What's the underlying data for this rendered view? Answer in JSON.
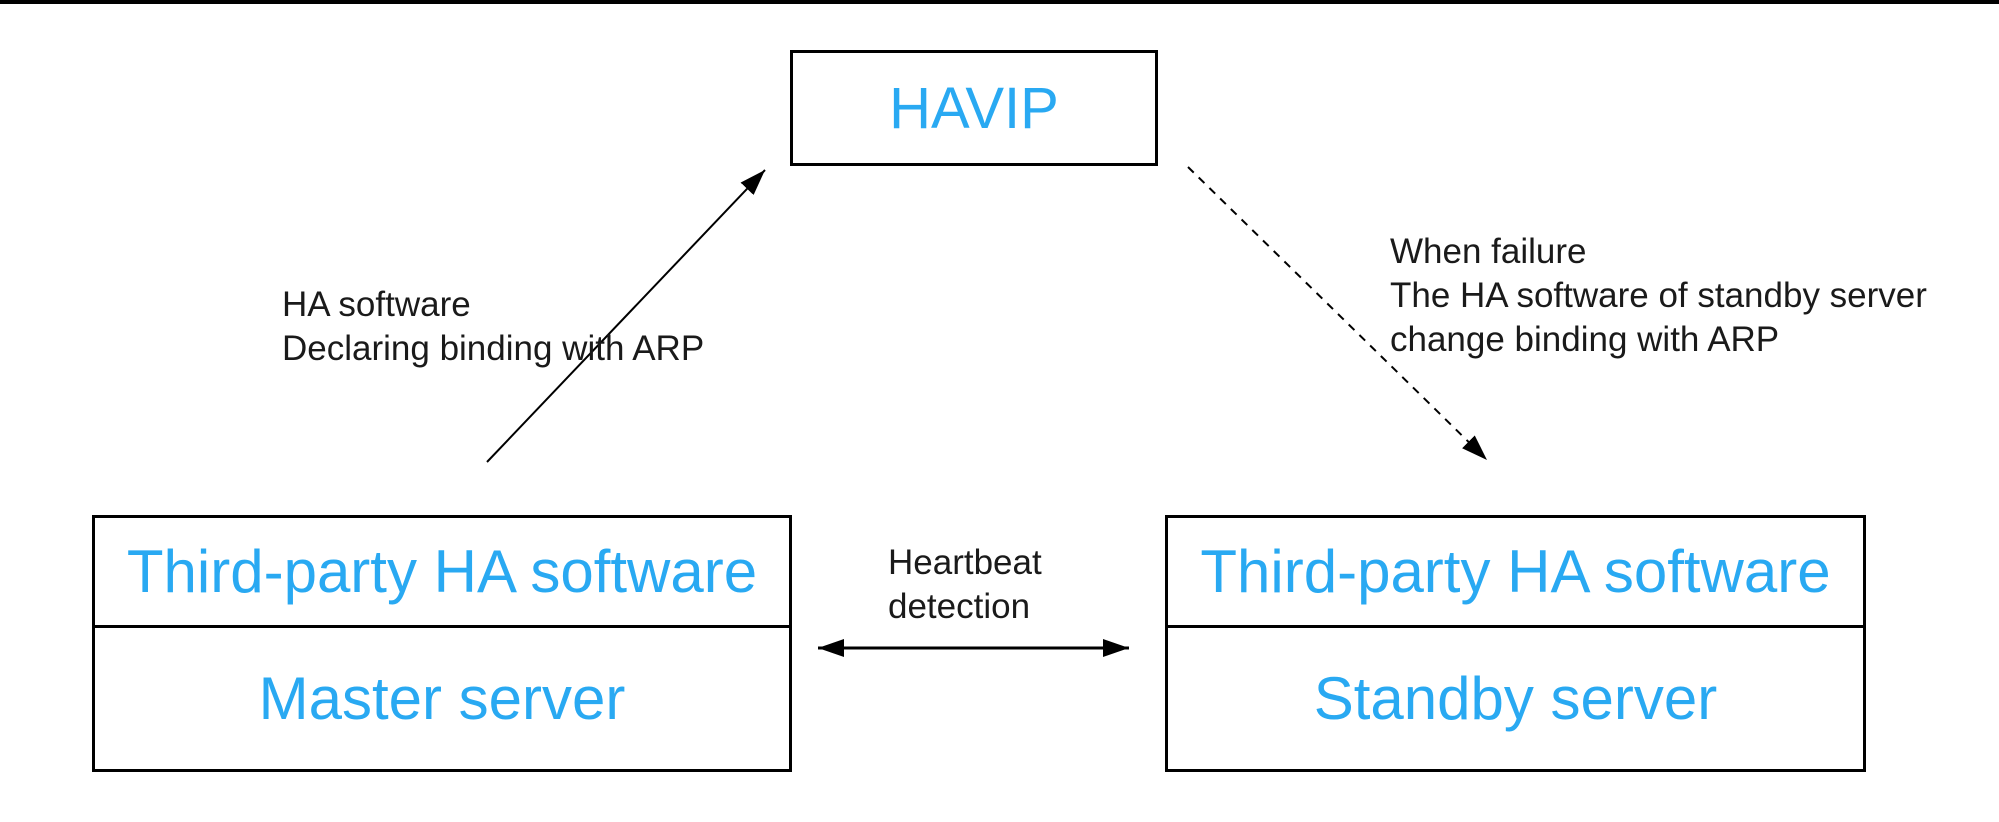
{
  "diagram": {
    "havip": {
      "label": "HAVIP"
    },
    "master_server": {
      "software_label": "Third-party HA software",
      "server_label": "Master server"
    },
    "standby_server": {
      "software_label": "Third-party HA software",
      "server_label": "Standby server"
    },
    "labels": {
      "declare": {
        "line1": "HA software",
        "line2": "Declaring binding with ARP"
      },
      "failover": {
        "line1": "When failure",
        "line2": "The HA software of standby server",
        "line3": "change binding with ARP"
      },
      "heartbeat": {
        "line1": "Heartbeat",
        "line2": "detection"
      }
    },
    "colors": {
      "accent_text": "#29A9F2",
      "line": "#000000",
      "label_text": "#1a1a1a",
      "background": "#ffffff"
    }
  }
}
